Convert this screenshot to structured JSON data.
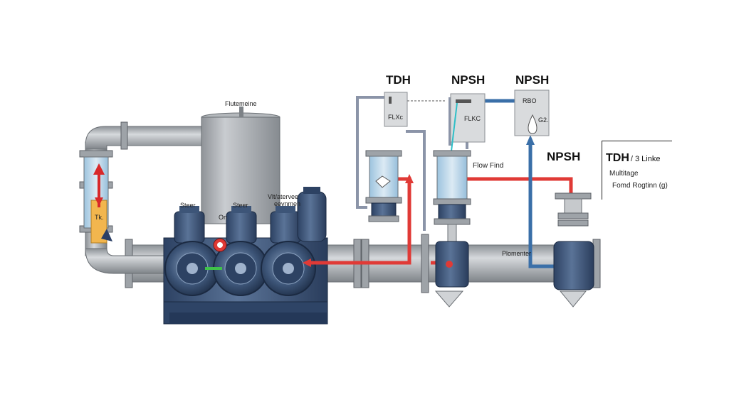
{
  "labels": {
    "tdh_top": "TDH",
    "npsh_top_center": "NPSH",
    "npsh_top_right": "NPSH",
    "npsh_right": "NPSH",
    "flutemeine": "Flutemeine",
    "tank_tk": "Tk.",
    "steer_1": "Steer",
    "steer_2": "Steer",
    "on": "On",
    "valves_line1": "Vlt/atervee",
    "valves_line2": "eevnmen",
    "flx": "FLXc",
    "flkc": "FLKC",
    "rbo": "RBO",
    "g2": "G2.",
    "flow_find": "Flow Find",
    "plomenter": "Plomenter"
  },
  "info_box": {
    "title": "TDH",
    "title_suffix": "/ 3 Linke",
    "line1": "Multitage",
    "line2": "Fomd Rogtinn (g)"
  },
  "colors": {
    "pipe_gray": "#a9adb1",
    "pump_navy": "#3d5578",
    "hot_red": "#e03a36",
    "return_blue": "#3a6fa8",
    "glass_blue": "#b8d6ea"
  }
}
